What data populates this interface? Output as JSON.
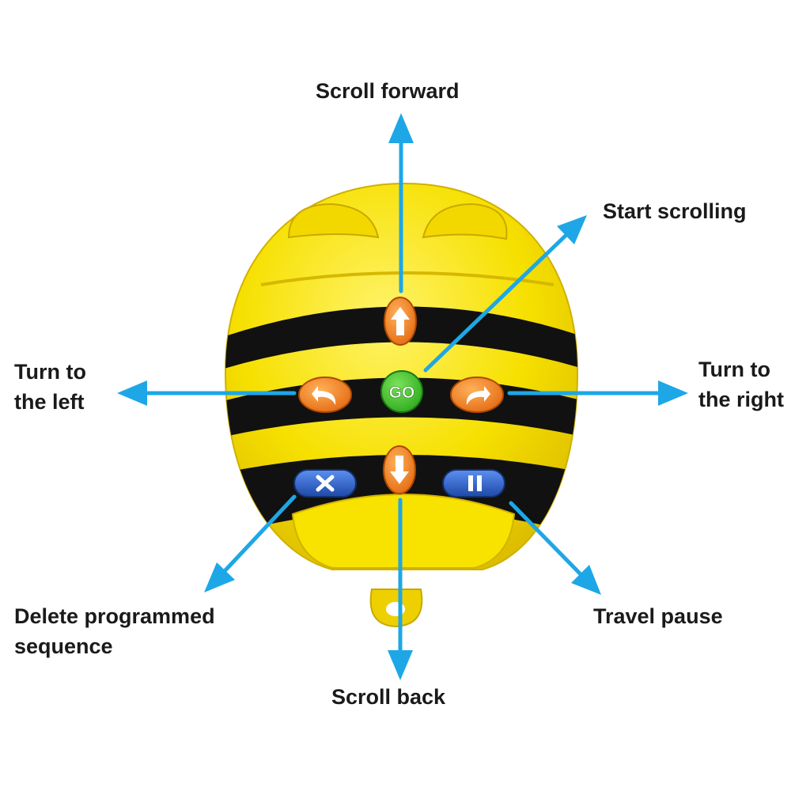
{
  "labels": {
    "scroll_forward": "Scroll forward",
    "start_scrolling": "Start scrolling",
    "turn_left_1": "Turn to",
    "turn_left_2": "the left",
    "turn_right_1": "Turn to",
    "turn_right_2": "the right",
    "delete_1": "Delete programmed",
    "delete_2": "sequence",
    "travel_pause": "Travel pause",
    "scroll_back": "Scroll back"
  },
  "buttons": {
    "go": "GO"
  },
  "colors": {
    "arrow": "#1ea7e6",
    "body_yellow": "#f6e000",
    "stripe_black": "#111111",
    "orange_button": "#f07a1a",
    "go_green": "#3cbf28",
    "blue_button": "#2e63c6"
  },
  "icons": {
    "forward_button": "arrow-up-icon",
    "back_button": "arrow-down-icon",
    "left_button": "turn-left-icon",
    "right_button": "turn-right-icon",
    "clear_button": "x-icon",
    "pause_button": "pause-icon"
  }
}
